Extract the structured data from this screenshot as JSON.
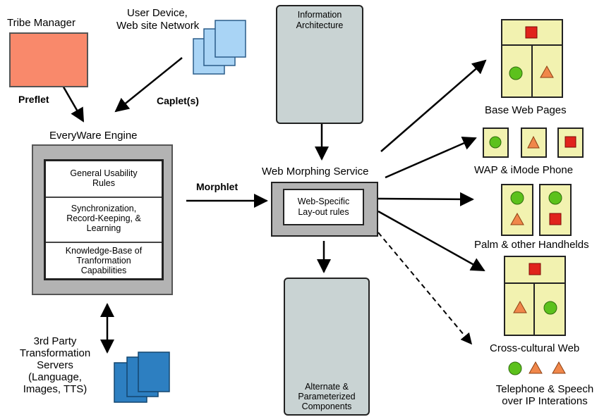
{
  "labels": {
    "tribe_manager": "Tribe Manager",
    "user_device": "User Device,",
    "website_network": "Web site Network",
    "preflet": "Preflet",
    "caplets": "Caplet(s)",
    "everyware_engine": "EveryWare Engine",
    "morphlet": "Morphlet",
    "third_party_line1": "3rd Party",
    "third_party_line2": "Transformation",
    "third_party_line3": "Servers",
    "third_party_line4": "(Language,",
    "third_party_line5": "Images, TTS)",
    "information_architecture_line1": "Information",
    "information_architecture_line2": "Architecture",
    "web_morphing_service": "Web Morphing Service",
    "web_specific_line1": "Web-Specific",
    "web_specific_line2": "Lay-out rules",
    "alternate_line1": "Alternate &",
    "alternate_line2": "Parameterized",
    "alternate_line3": "Components",
    "base_web_pages": "Base Web Pages",
    "wap_imode": "WAP & iMode Phone",
    "palm_handhelds": "Palm & other Handhelds",
    "cross_cultural": "Cross-cultural Web",
    "telephone_line1": "Telephone & Speech",
    "telephone_line2": "over IP Interations"
  },
  "engine_rules": [
    {
      "line1": "General Usability",
      "line2": "Rules",
      "line3": ""
    },
    {
      "line1": "Synchronization,",
      "line2": "Record-Keeping, &",
      "line3": "Learning"
    },
    {
      "line1": "Knowledge-Base of",
      "line2": "Tranformation",
      "line3": "Capabilities"
    }
  ],
  "colors": {
    "tribe_box": "#f9896b",
    "engine_gray": "#b3b3b3",
    "panel_blue_gray": "#c9d3d3",
    "layout_yellow": "#f2f2b0",
    "device_light_blue": "#a9d4f5",
    "device_dark_blue": "#2d7fc1",
    "square_red": "#e0231c",
    "circle_green": "#5cc11c",
    "triangle_orange": "#f0874a"
  },
  "icons": {
    "square": "red-square-icon",
    "circle": "green-circle-icon",
    "triangle": "orange-triangle-icon",
    "document": "document-stack-icon"
  },
  "connections": [
    {
      "from": "Tribe Manager",
      "to": "EveryWare Engine",
      "label": "Preflet",
      "style": "solid"
    },
    {
      "from": "User Device, Web site Network",
      "to": "EveryWare Engine",
      "label": "Caplet(s)",
      "style": "solid"
    },
    {
      "from": "EveryWare Engine",
      "to": "Web Morphing Service",
      "label": "Morphlet",
      "style": "solid"
    },
    {
      "from": "3rd Party Transformation Servers",
      "to": "EveryWare Engine",
      "label": "",
      "style": "bidirectional"
    },
    {
      "from": "Information Architecture",
      "to": "Web Morphing Service",
      "label": "",
      "style": "solid"
    },
    {
      "from": "Web Morphing Service",
      "to": "Alternate & Parameterized Components",
      "label": "",
      "style": "solid"
    },
    {
      "from": "Web Morphing Service",
      "to": "Base Web Pages",
      "label": "",
      "style": "solid"
    },
    {
      "from": "Web Morphing Service",
      "to": "WAP & iMode Phone",
      "label": "",
      "style": "solid"
    },
    {
      "from": "Web Morphing Service",
      "to": "Palm & other Handhelds",
      "label": "",
      "style": "solid"
    },
    {
      "from": "Web Morphing Service",
      "to": "Cross-cultural Web",
      "label": "",
      "style": "solid"
    },
    {
      "from": "Web Morphing Service",
      "to": "Telephone & Speech over IP Interations",
      "label": "",
      "style": "dashed"
    }
  ]
}
